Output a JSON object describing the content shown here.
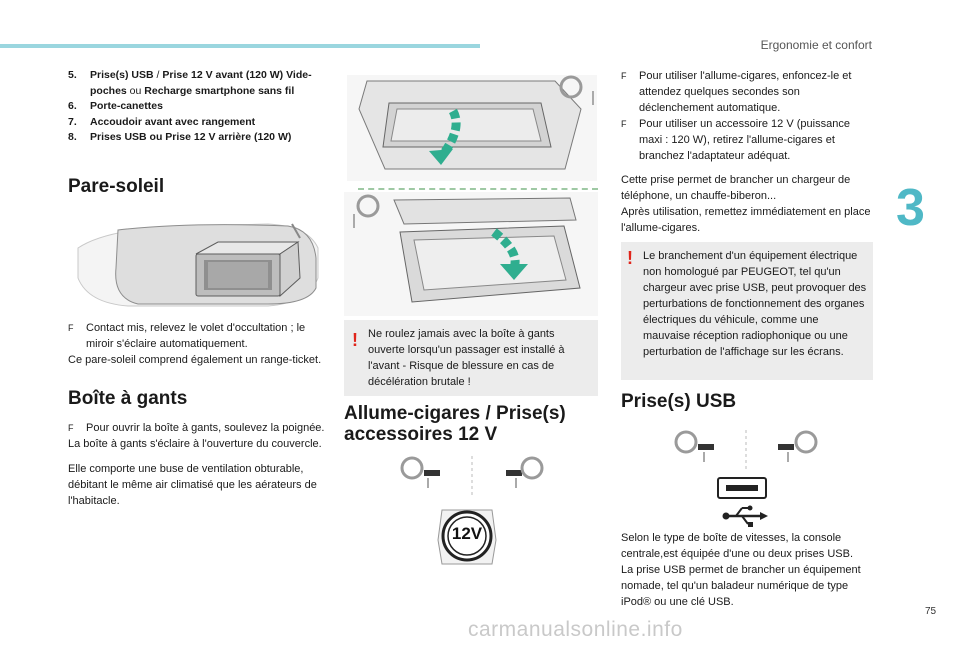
{
  "header": {
    "title": "Ergonomie et confort",
    "chapter": "3",
    "page": "75"
  },
  "watermark": "carmanualsonline.info",
  "colors": {
    "accent": "#4fb8c6",
    "topbar": "#9ad6df",
    "warning_mark": "#e0251b",
    "warning_bg": "#ececec"
  },
  "intro_list": [
    {
      "num": "5.",
      "parts": [
        {
          "t": "Prise(s) USB",
          "b": true
        },
        {
          "t": " / ",
          "b": false
        },
        {
          "t": "Prise 12 V avant (120 W)",
          "b": true
        },
        {
          "t": " Vide-poches",
          "b": true
        },
        {
          "t": " ou ",
          "b": false
        },
        {
          "t": "Recharge smartphone sans fil",
          "b": true
        }
      ]
    },
    {
      "num": "6.",
      "parts": [
        {
          "t": "Porte-canettes",
          "b": true
        }
      ]
    },
    {
      "num": "7.",
      "parts": [
        {
          "t": "Accoudoir avant avec rangement",
          "b": true
        }
      ]
    },
    {
      "num": "8.",
      "parts": [
        {
          "t": "Prises USB ou Prise 12 V arrière (120 W)",
          "b": true
        }
      ]
    }
  ],
  "pare_soleil": {
    "title": "Pare-soleil",
    "bullet": "Contact mis, relevez le volet d'occultation ; le miroir s'éclaire automatiquement.",
    "para": "Ce pare-soleil comprend également un range-ticket."
  },
  "boite_gants": {
    "title": "Boîte à gants",
    "bullet": "Pour ouvrir la boîte à gants, soulevez la poignée.",
    "para1": "La boîte à gants s'éclaire à l'ouverture du couvercle.",
    "para2": "Elle comporte une buse de ventilation obturable, débitant le même air climatisé que les aérateurs de l'habitacle."
  },
  "warning_boite": "Ne roulez jamais avec la boîte à gants ouverte lorsqu'un passager est installé à l'avant - Risque de blessure en cas de décélération brutale !",
  "allume": {
    "title": "Allume-cigares / Prise(s) accessoires 12 V",
    "socket_label": "12V"
  },
  "right_col": {
    "bullet1": "Pour utiliser l'allume-cigares, enfoncez-le et attendez quelques secondes son déclenchement automatique.",
    "bullet2": "Pour utiliser un accessoire 12 V (puissance maxi : 120 W), retirez l'allume-cigares et branchez l'adaptateur adéquat.",
    "para": "Cette prise permet de brancher un chargeur de téléphone, un chauffe-biberon...\nAprès utilisation, remettez immédiatement en place l'allume-cigares.",
    "warning": "Le branchement d'un équipement électrique non homologué par PEUGEOT, tel qu'un chargeur avec prise USB, peut provoquer des perturbations de fonctionnement des organes électriques du véhicule, comme une mauvaise réception radiophonique ou une perturbation de l'affichage sur les écrans."
  },
  "usb": {
    "title": "Prise(s) USB",
    "para": "Selon le type de boîte de vitesses, la console centrale,est équipée d'une ou deux prises USB.\nLa prise USB permet de brancher un équipement nomade, tel qu'un baladeur numérique de type iPod® ou une clé USB."
  },
  "glyphs": {
    "bullet": "F",
    "warning": "!"
  }
}
